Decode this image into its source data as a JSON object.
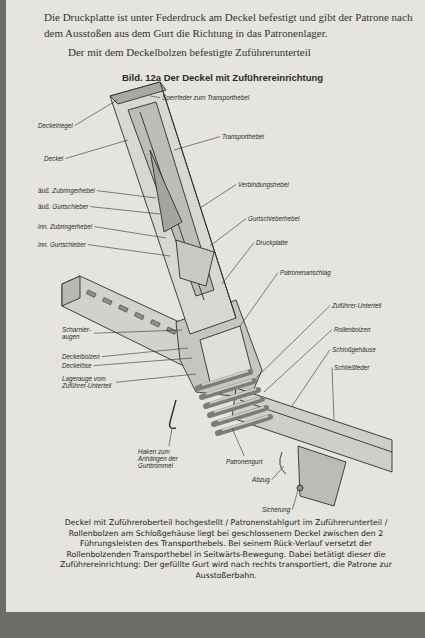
{
  "diagram": {
    "title": "Bild. 12a Der Deckel mit Zuführereinrichtung",
    "caption": "Deckel mit Zuführeroberteil hochgestellt / Patronenstahlgurt im Zuführerunterteil / Rollenbolzen am Schloßgehäuse liegt bei geschlossenem Deckel zwischen den 2 Führungsleisten des Transporthebels. Bei seinem Rück-Verlauf versetzt der Rollenbolzenden Transporthebel in Seitwärts-Bewegung. Dabei betätigt dieser die Zuführereinrichtung: Der gefüllte Gurt wird nach rechts transportiert, die Patrone zur Ausstoßerbahn.",
    "labels": [
      "Die Druckplatte ist unter Federdruck am Deckel befestigt und gibt der Patrone nach dem Ausstoßen aus dem Gurt die Richtung in das Patronenlager.",
      "Der mit dem Deckelbolzen befestigte Zuführerunterteil",
      "Deckelriegel",
      "Deckel",
      "äuß. Zubringerhebel",
      "äuß. Gurtschieber",
      "inn. Zubringerhebel",
      "inn. Gurtschieber",
      "Scharnier-augen",
      "Deckelbolzen",
      "Deckelöse",
      "Lagerauge vom Zuführer-Unterteil",
      "Haken zum Anhängen der Gurttrommel",
      "Patronengurt",
      "Abzug",
      "Sicherung",
      "Sperrfeder zum Transporthebel",
      "Transporthebel",
      "Verbindungshebel",
      "Gurtschieberhebel",
      "Druckplatte",
      "Patronenanschlag",
      "Zuführer-Unterteil",
      "Rollenbolzen",
      "Schloßgehäuse",
      "Schließfeder"
    ]
  }
}
